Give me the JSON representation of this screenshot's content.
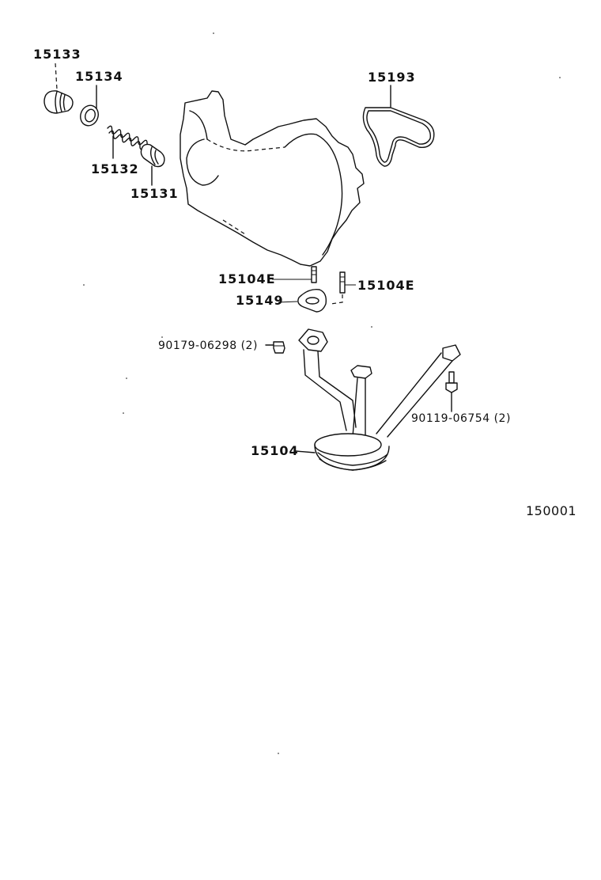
{
  "diagram": {
    "type": "exploded-parts-diagram",
    "illustration_id": "150001",
    "parts": [
      {
        "id": "p15133",
        "number": "15133",
        "desc_shape": "plug"
      },
      {
        "id": "p15134",
        "number": "15134",
        "desc_shape": "gasket-ring"
      },
      {
        "id": "p15132",
        "number": "15132",
        "desc_shape": "spring"
      },
      {
        "id": "p15131",
        "number": "15131",
        "desc_shape": "valve"
      },
      {
        "id": "p15193",
        "number": "15193",
        "desc_shape": "gasket"
      },
      {
        "id": "p15104E_a",
        "number": "15104E",
        "desc_shape": "stud"
      },
      {
        "id": "p15104E_b",
        "number": "15104E",
        "desc_shape": "stud"
      },
      {
        "id": "p15149",
        "number": "15149",
        "desc_shape": "flange-gasket"
      },
      {
        "id": "p90179",
        "number": "90179-06298 (2)",
        "desc_shape": "nut"
      },
      {
        "id": "p90119",
        "number": "90119-06754 (2)",
        "desc_shape": "bolt"
      },
      {
        "id": "p15104",
        "number": "15104",
        "desc_shape": "oil-strainer"
      }
    ]
  },
  "labels": {
    "l15133": "15133",
    "l15134": "15134",
    "l15132": "15132",
    "l15131": "15131",
    "l15193": "15193",
    "l15104E_left": "15104E",
    "l15104E_right": "15104E",
    "l15149": "15149",
    "l90179": "90179-06298 (2)",
    "l90119": "90119-06754 (2)",
    "l15104": "15104",
    "figure_code": "150001"
  },
  "colors": {
    "line": "#111111",
    "background": "#ffffff"
  }
}
